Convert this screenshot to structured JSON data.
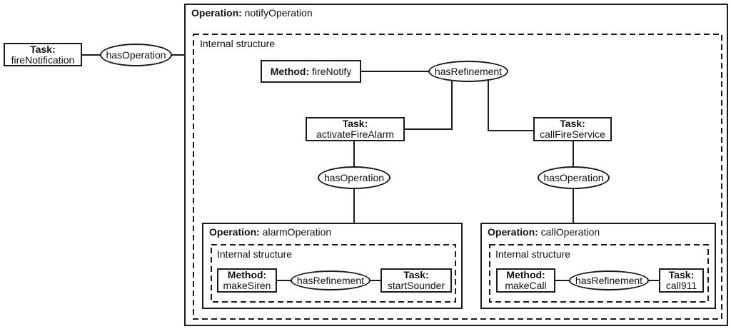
{
  "colors": {
    "line": "#1b1b1b",
    "background": "#ffffff"
  },
  "diagram": {
    "task_fire_notification": {
      "label": "Task:",
      "name": "fireNotification"
    },
    "rel_root": "hasOperation",
    "notify_operation": {
      "label": "Operation:",
      "name": "notifyOperation",
      "internal_label": "Internal structure",
      "method_fire_notify": {
        "label": "Method:",
        "name": "fireNotify"
      },
      "rel_refinement": "hasRefinement",
      "task_activate_fire_alarm": {
        "label": "Task:",
        "name": "activateFireAlarm"
      },
      "task_call_fire_service": {
        "label": "Task:",
        "name": "callFireService"
      },
      "rel_op_alarm": "hasOperation",
      "rel_op_call": "hasOperation",
      "alarm_operation": {
        "label": "Operation:",
        "name": "alarmOperation",
        "internal_label": "Internal structure",
        "method": {
          "label": "Method:",
          "name": "makeSiren"
        },
        "rel": "hasRefinement",
        "task": {
          "label": "Task:",
          "name": "startSounder"
        }
      },
      "call_operation": {
        "label": "Operation:",
        "name": "callOperation",
        "internal_label": "Internal structure",
        "method": {
          "label": "Method:",
          "name": "makeCall"
        },
        "rel": "hasRefinement",
        "task": {
          "label": "Task:",
          "name": "call911"
        }
      }
    }
  }
}
